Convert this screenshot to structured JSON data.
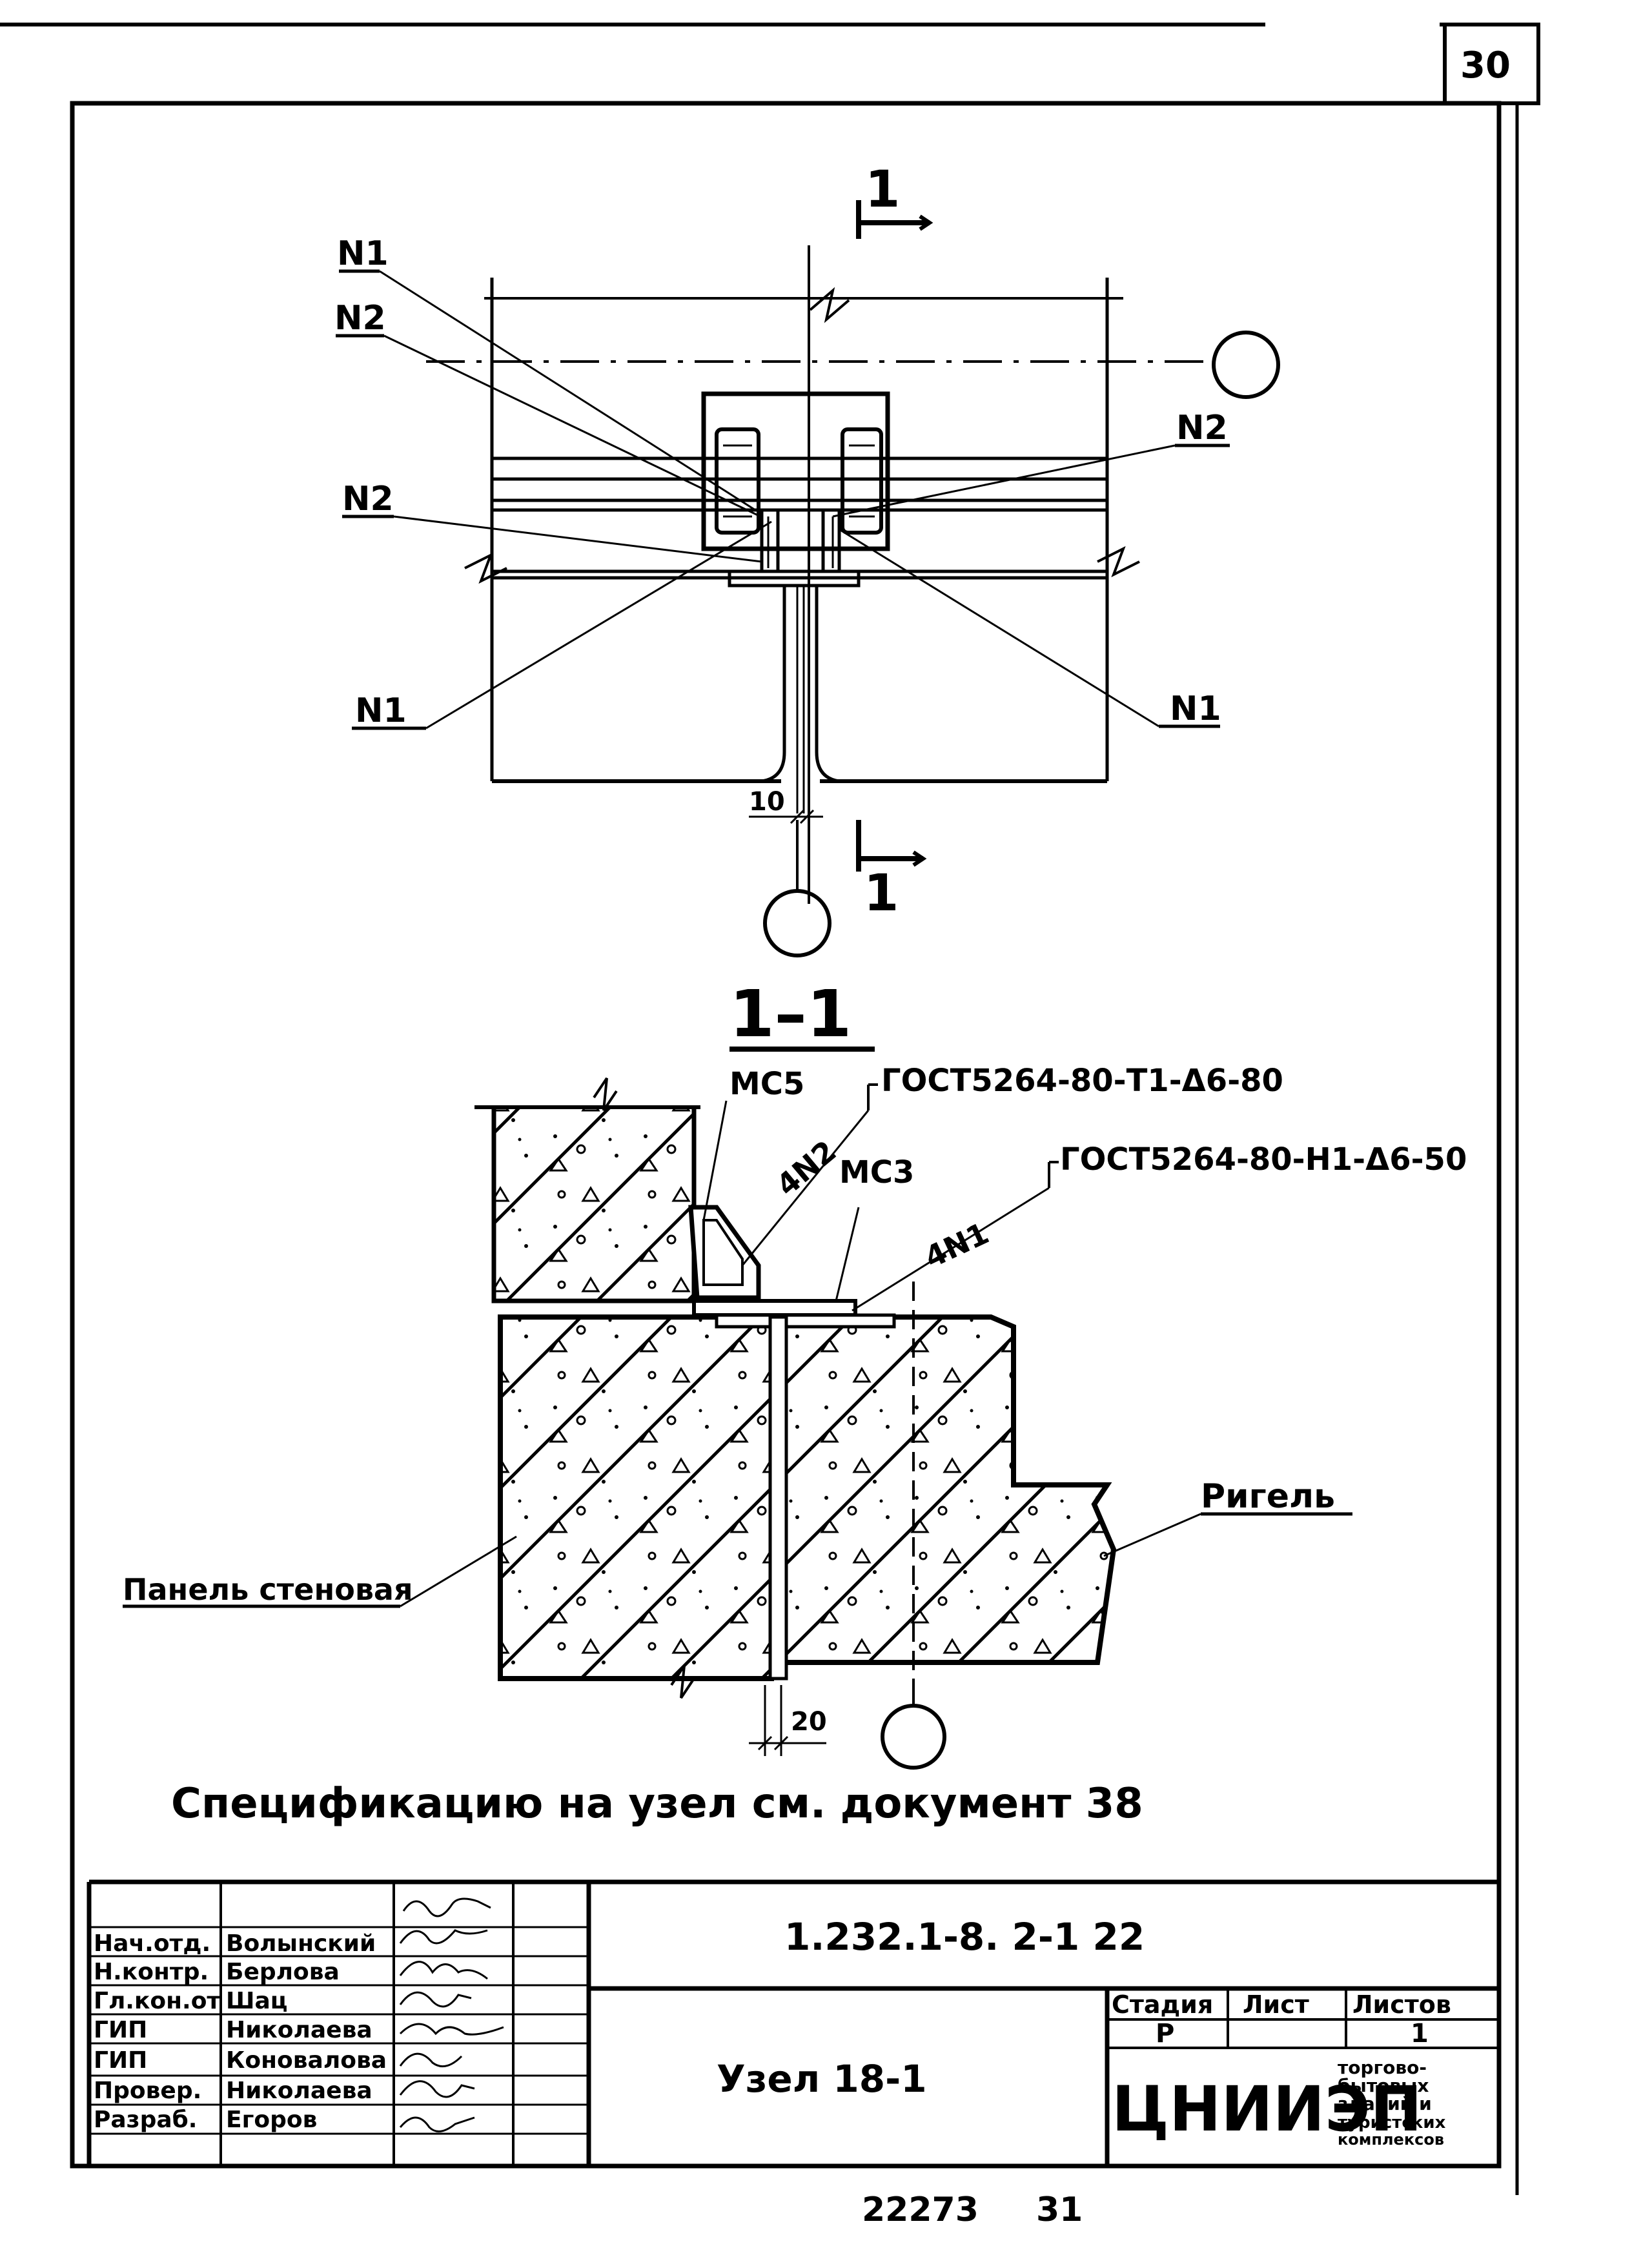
{
  "sheet": {
    "corner_number": "30",
    "bottom_left_number": "22273",
    "bottom_right_number": "31"
  },
  "plan": {
    "section_mark_top": "1",
    "section_mark_bottom": "1",
    "labels": {
      "n1_top_left": "N1",
      "n2_top_left": "N2",
      "n2_mid_left": "N2",
      "n1_bottom_left": "N1",
      "n2_right": "N2",
      "n1_right": "N1"
    },
    "dimension": "10"
  },
  "section": {
    "title": "1–1",
    "mc5": "МС5",
    "gost_top": "ГОСТ5264-80-Т1-Δ6-80",
    "weld_4n2": "4N2",
    "mc3": "МС3",
    "gost_mid": "ГОСТ5264-80-Н1-Δ6-50",
    "weld_4n1": "4N1",
    "rigel": "Ригель",
    "panel": "Панель стеновая",
    "dimension": "20"
  },
  "note": "Спецификацию на узел см. документ 38",
  "title_block": {
    "doc_code": "1.232.1-8. 2-1   22",
    "node_title": "Узел 18-1",
    "stage_header": "Стадия",
    "sheet_header": "Лист",
    "sheets_header": "Листов",
    "stage_value": "Р",
    "sheet_value": "",
    "sheets_value": "1",
    "org": "ЦНИИЭП",
    "org_sub": [
      "торгово-",
      "бытовых",
      "зданий и",
      "туристских",
      "комплексов"
    ],
    "people": [
      {
        "role": "Нач.отд.",
        "name": "Волынский"
      },
      {
        "role": "Н.контр.",
        "name": "Берлова"
      },
      {
        "role": "Гл.кон.от",
        "name": "Шац"
      },
      {
        "role": "ГИП",
        "name": "Николаева"
      },
      {
        "role": "ГИП",
        "name": "Коновалова"
      },
      {
        "role": "Провер.",
        "name": "Николаева"
      },
      {
        "role": "Разраб.",
        "name": "Егоров"
      }
    ]
  }
}
